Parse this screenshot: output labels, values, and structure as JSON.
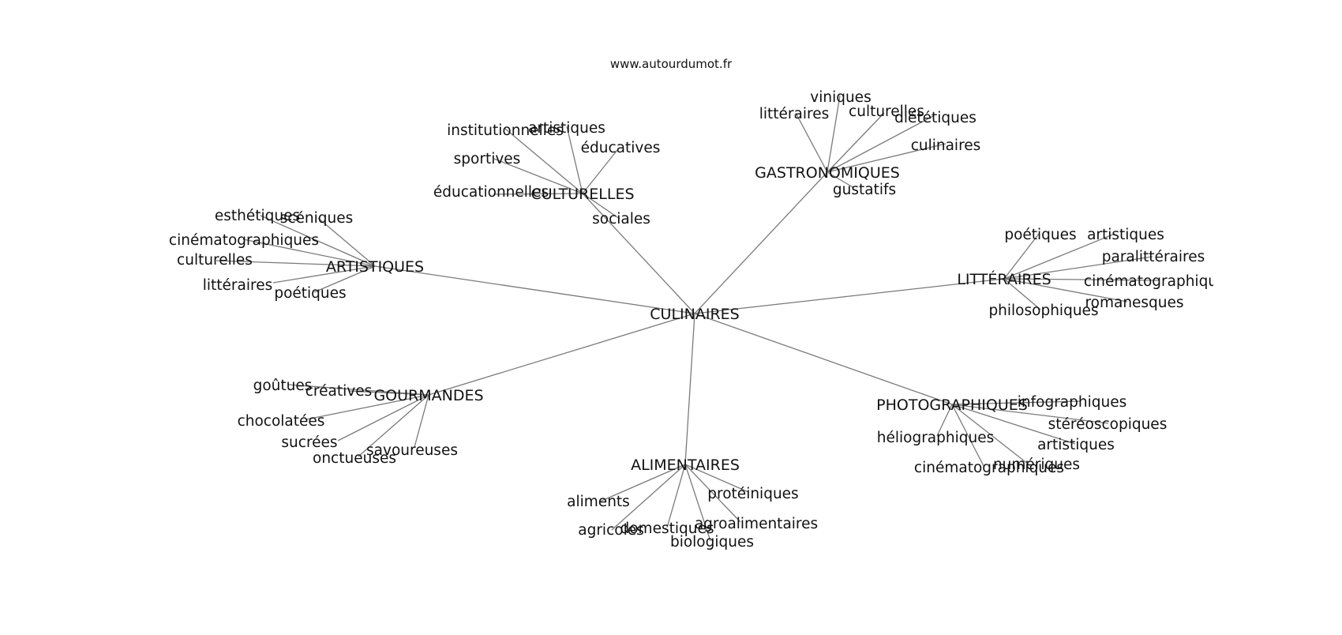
{
  "source": "www.autourdumot.fr",
  "center": "CULINAIRES",
  "groups": [
    {
      "label": "CULTURELLES",
      "leaves": [
        "institutionnelles",
        "artistiques",
        "éducatives",
        "sportives",
        "éducationnelles",
        "sociales"
      ]
    },
    {
      "label": "GASTRONOMIQUES",
      "leaves": [
        "viniques",
        "littéraires",
        "culturelles",
        "diététiques",
        "culinaires",
        "gustatifs"
      ]
    },
    {
      "label": "ARTISTIQUES",
      "leaves": [
        "esthétiques",
        "scéniques",
        "cinématographiques",
        "culturelles",
        "littéraires",
        "poétiques"
      ]
    },
    {
      "label": "LITTÉRAIRES",
      "leaves": [
        "poétiques",
        "artistiques",
        "paralittéraires",
        "cinématographiques",
        "romanesques",
        "philosophiques"
      ]
    },
    {
      "label": "GOURMANDES",
      "leaves": [
        "goûtues",
        "créatives",
        "chocolatées",
        "sucrées",
        "onctueuses",
        "savoureuses"
      ]
    },
    {
      "label": "PHOTOGRAPHIQUES",
      "leaves": [
        "infographiques",
        "stéréoscopiques",
        "héliographiques",
        "artistiques",
        "numériques",
        "cinématographiques"
      ]
    },
    {
      "label": "ALIMENTAIRES",
      "leaves": [
        "aliments",
        "protéiniques",
        "agricoles",
        "domestiques",
        "agroalimentaires",
        "biologiques"
      ]
    }
  ]
}
